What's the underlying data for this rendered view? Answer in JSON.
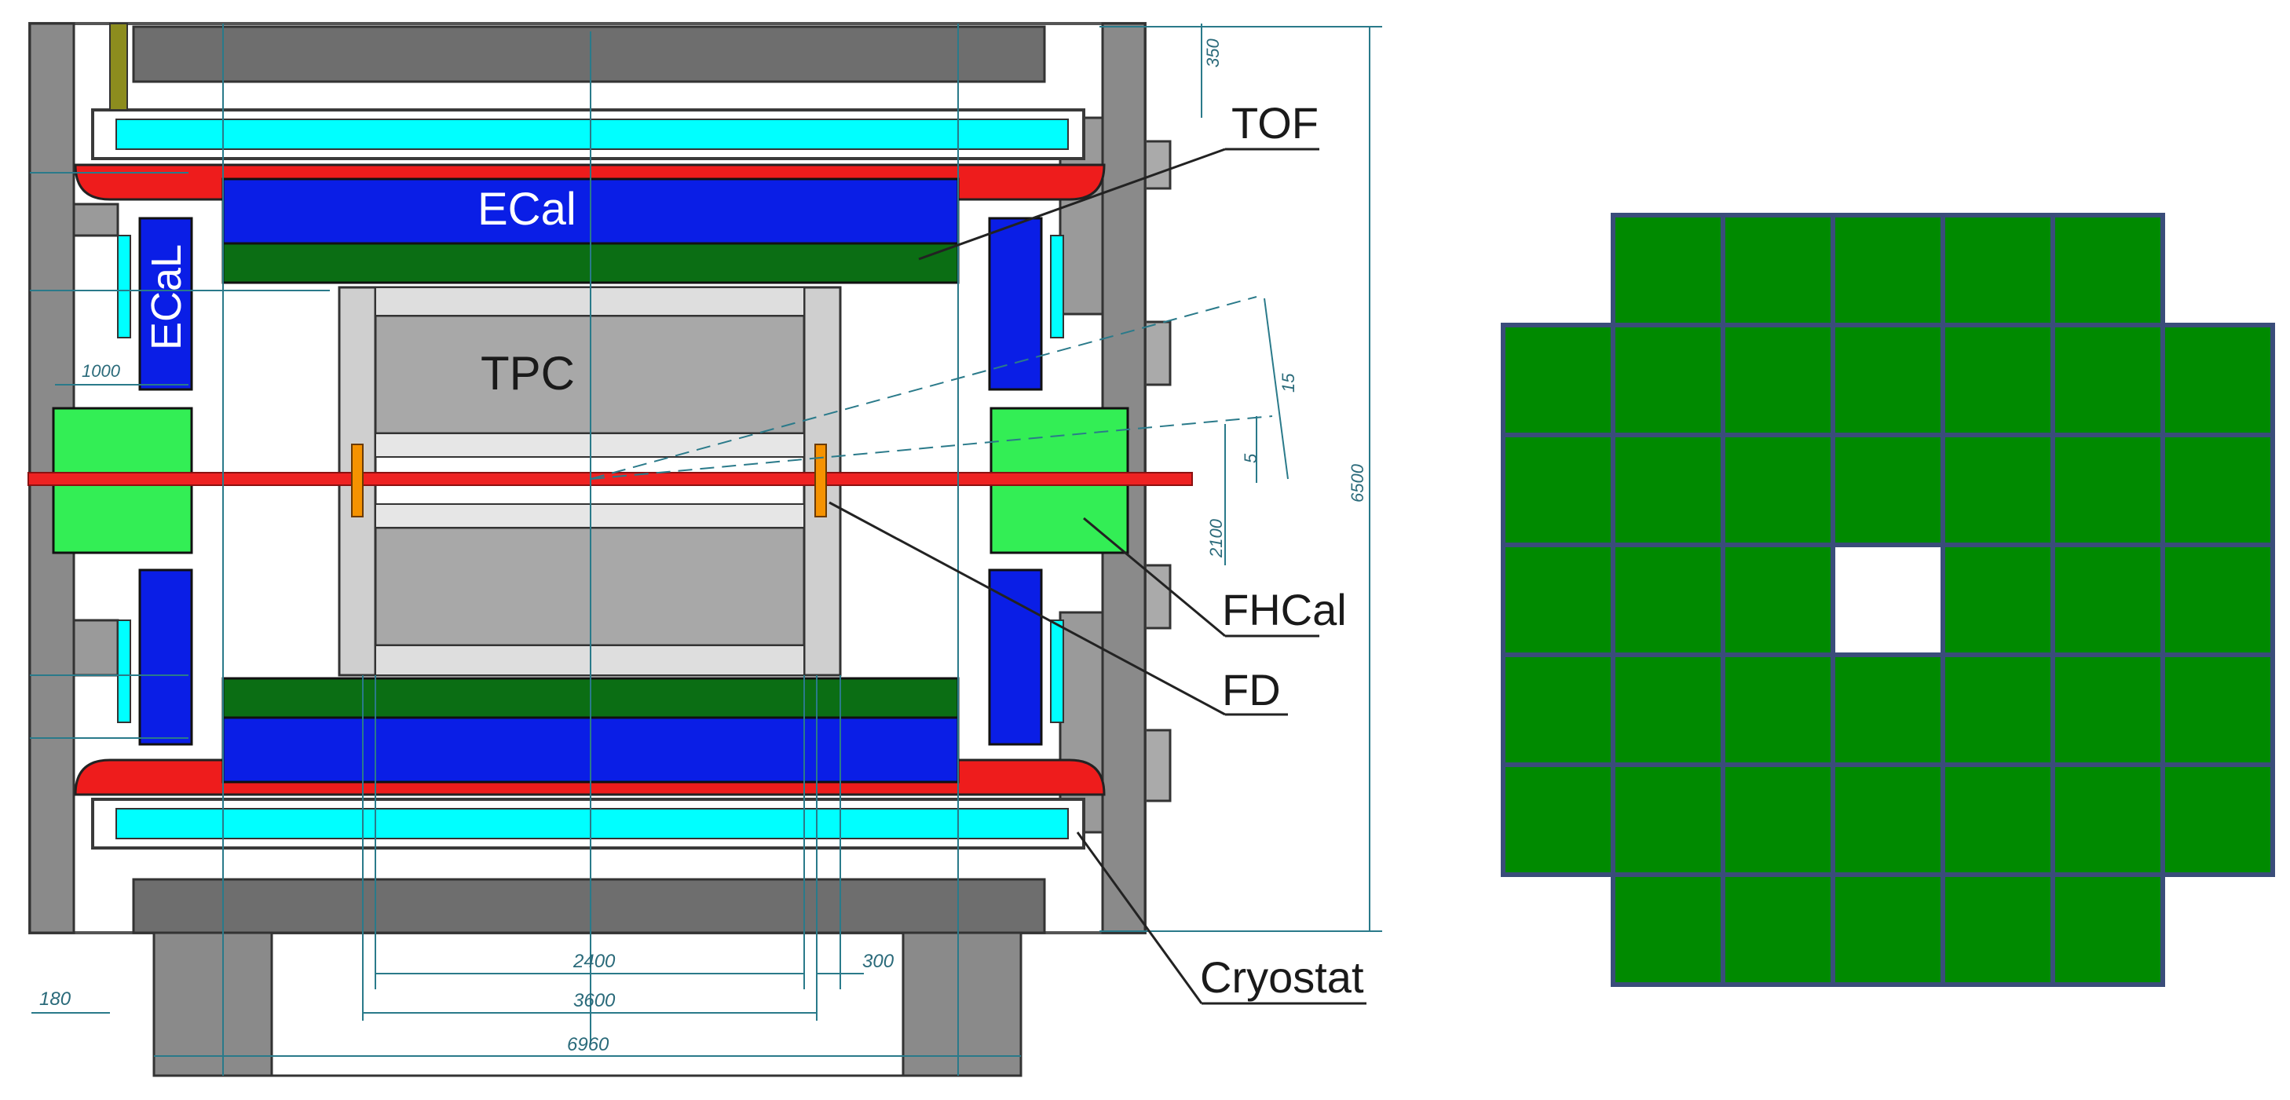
{
  "detector": {
    "labels": {
      "ecal_top": "ECal",
      "ecal_side": "ECaL",
      "tpc": "TPC",
      "tof": "TOF",
      "fhcal": "FHCal",
      "fd": "FD",
      "cryostat": "Cryostat"
    },
    "dimensions": {
      "d_2400": "2400",
      "d_300": "300",
      "d_3600": "3600",
      "d_6960": "6960",
      "d_180": "180",
      "d_1000": "1000",
      "d_6500": "6500",
      "d_350": "350",
      "d_2100": "2100",
      "d_15": "15",
      "d_5": "5"
    }
  },
  "module_grid": {
    "rows": [
      5,
      7,
      7,
      7,
      7,
      7,
      5
    ],
    "hole": {
      "row": 3,
      "col": 3
    },
    "fill_color": "#008a00",
    "line_color": "#3a4d7a"
  },
  "colors": {
    "ecal": "#0a1ee6",
    "tof": "#00ffff",
    "fhcal": "#33ee55",
    "fd": "#f59200",
    "beam": "#ee2222",
    "yoke": "#808080",
    "dark_green": "#0b6e14"
  }
}
